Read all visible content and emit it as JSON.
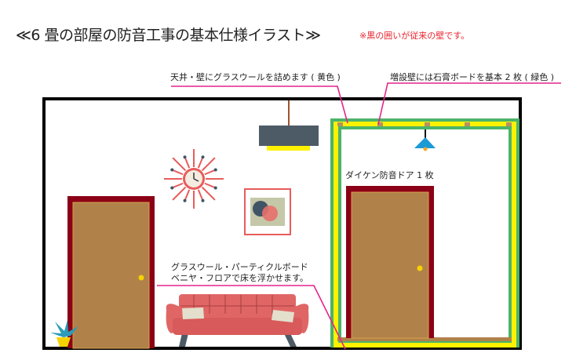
{
  "title": "≪6 畳の部屋の防音工事の基本仕様イラスト≫",
  "note": "※黒の囲いが従来の壁です。",
  "callouts": {
    "insulation": "天井・壁にグラスウールを詰めます ( 黄色 )",
    "gypsum": "増設壁には石膏ボードを基本 2 枚 ( 緑色 )",
    "door": "ダイケン防音ドア 1 枚",
    "floor_line1": "グラスウール・パーティクルボード",
    "floor_line2": "ベニヤ・フロアで床を浮かせます。"
  },
  "colors": {
    "existing_wall": "#000000",
    "insulation": "#fff200",
    "gypsum_board": "#4cb46a",
    "callout_line": "#e4248a",
    "door_frame": "#8b0016",
    "door_panel": "#b0824a"
  }
}
